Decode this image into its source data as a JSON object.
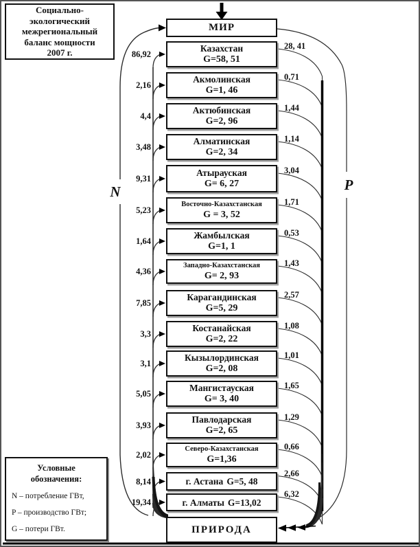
{
  "title": {
    "lines": [
      "Социально-",
      "экологический",
      "межрегиональный",
      "баланс мощности",
      "2007 г."
    ]
  },
  "nodes": {
    "top": "МИР",
    "bottom": "ПРИРОДА"
  },
  "side_labels": {
    "left": "N",
    "right": "P"
  },
  "legend": {
    "heading": "Условные обозначения:",
    "items": [
      "N – потребление ГВт,",
      "P – производство ГВт;",
      "G – потери ГВт."
    ]
  },
  "units": "ГВт",
  "regions": [
    {
      "name": "Казахстан",
      "g": "G=58, 51",
      "n": "86,92",
      "p": "28, 41"
    },
    {
      "name": "Акмолинская",
      "g": "G=1, 46",
      "n": "2,16",
      "p": "0,71"
    },
    {
      "name": "Актюбинская",
      "g": "G=2, 96",
      "n": "4,4",
      "p": "1,44"
    },
    {
      "name": "Алматинская",
      "g": "G=2, 34",
      "n": "3,48",
      "p": "1,14"
    },
    {
      "name": "Атырауская",
      "g": "G= 6, 27",
      "n": "9,31",
      "p": "3,04"
    },
    {
      "name": "Восточно-Казахстанская",
      "g": "G = 3, 52",
      "n": "5,23",
      "p": "1,71"
    },
    {
      "name": "Жамбылская",
      "g": "G=1, 1",
      "n": "1,64",
      "p": "0,53"
    },
    {
      "name": "Западно-Казахстанская",
      "g": "G= 2, 93",
      "n": "4,36",
      "p": "1,43"
    },
    {
      "name": "Карагандинская",
      "g": "G=5, 29",
      "n": "7,85",
      "p": "2,57"
    },
    {
      "name": "Костанайская",
      "g": "G=2, 22",
      "n": "3,3",
      "p": "1,08"
    },
    {
      "name": "Кызылординская",
      "g": "G=2, 08",
      "n": "3,1",
      "p": "1,01"
    },
    {
      "name": "Мангистауская",
      "g": "G= 3, 40",
      "n": "5,05",
      "p": "1,65"
    },
    {
      "name": "Павлодарская",
      "g": "G=2, 65",
      "n": "3,93",
      "p": "1,29"
    },
    {
      "name": "Северо-Казахстанская",
      "g": "G=1,36",
      "n": "2,02",
      "p": "0,66"
    },
    {
      "name": "г. Астана",
      "g": "G=5, 48",
      "n": "8,14",
      "p": "2,66"
    },
    {
      "name": "г. Алматы",
      "g": "G=13,02",
      "n": "19,34",
      "p": "6,32"
    }
  ]
}
